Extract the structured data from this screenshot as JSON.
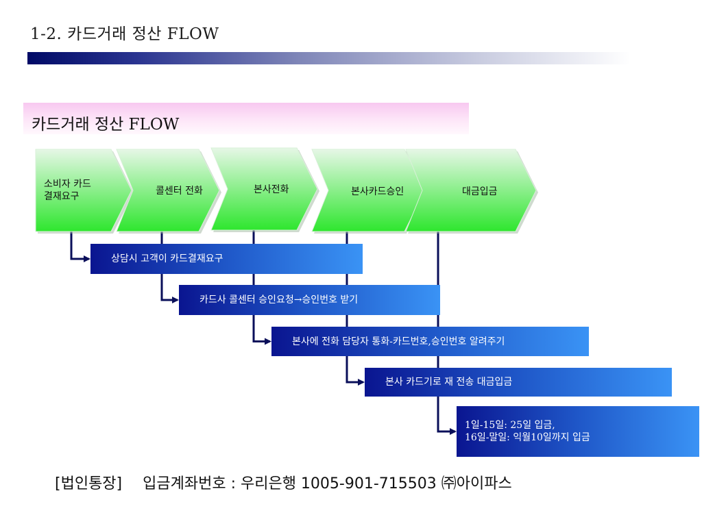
{
  "slide_title": "1-2. 카드거래 정산 FLOW",
  "section_title": "카드거래 정산 FLOW",
  "steps": [
    {
      "lines": [
        "소비자 카드",
        "결재요구"
      ]
    },
    {
      "lines": [
        "콜센터 전화"
      ]
    },
    {
      "lines": [
        "본사전화"
      ]
    },
    {
      "lines": [
        "본사카드승인"
      ]
    },
    {
      "lines": [
        "대금입금"
      ]
    }
  ],
  "descriptions": [
    {
      "lines": [
        "상담시 고객이 카드결재요구"
      ]
    },
    {
      "lines": [
        "카드사 콜센터 승인요청→승인번호 받기"
      ]
    },
    {
      "lines": [
        "본사에 전화 담당자 통화-카드번호,승인번호 알려주기"
      ]
    },
    {
      "lines": [
        "본사 카드기로 재 전송  대금입금"
      ]
    },
    {
      "lines": [
        "1일-15일: 25일 입금,",
        "16일-말일: 익월10일까지 입금"
      ]
    }
  ],
  "footer": {
    "label": "[법인통장]",
    "text": "입금계좌번호 : 우리은행 1005-901-715503 ㈜아이파스"
  },
  "colors": {
    "chevron_top": "#e6f7e6",
    "chevron_bottom": "#2ee62e",
    "desc_dark": "#0a1590",
    "desc_light": "#3a93f5",
    "connector": "#0a0f5a"
  }
}
